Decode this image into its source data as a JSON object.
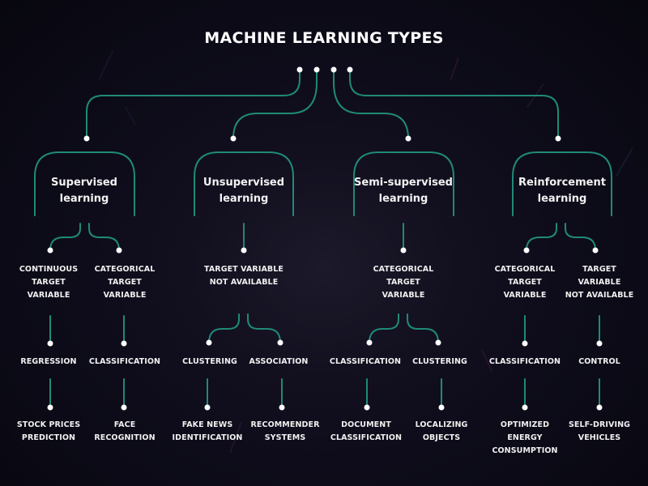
{
  "title": "MACHINE LEARNING TYPES",
  "colors": {
    "line": "#1f8a78",
    "dot": "#ffffff",
    "background": "#0b0a16",
    "text": "#ffffff"
  },
  "categories": [
    {
      "name_line1": "Supervised",
      "name_line2": "learning",
      "branches": [
        {
          "target": [
            "CONTINUOUS",
            "TARGET",
            "VARIABLE"
          ],
          "task": "REGRESSION",
          "examples": [
            "STOCK PRICES",
            "PREDICTION"
          ]
        },
        {
          "target": [
            "CATEGORICAL",
            "TARGET",
            "VARIABLE"
          ],
          "task": "CLASSIFICATION",
          "examples": [
            "FACE",
            "RECOGNITION"
          ]
        }
      ]
    },
    {
      "name_line1": "Unsupervised",
      "name_line2": "learning",
      "target": [
        "TARGET VARIABLE",
        "NOT AVAILABLE"
      ],
      "branches": [
        {
          "task": "CLUSTERING",
          "examples": [
            "FAKE NEWS",
            "IDENTIFICATION"
          ]
        },
        {
          "task": "ASSOCIATION",
          "examples": [
            "RECOMMENDER",
            "SYSTEMS"
          ]
        }
      ]
    },
    {
      "name_line1": "Semi-supervised",
      "name_line2": "learning",
      "target": [
        "CATEGORICAL",
        "TARGET",
        "VARIABLE"
      ],
      "branches": [
        {
          "task": "CLASSIFICATION",
          "examples": [
            "DOCUMENT",
            "CLASSIFICATION"
          ]
        },
        {
          "task": "CLUSTERING",
          "examples": [
            "LOCALIZING",
            "OBJECTS"
          ]
        }
      ]
    },
    {
      "name_line1": "Reinforcement",
      "name_line2": "learning",
      "branches": [
        {
          "target": [
            "CATEGORICAL",
            "TARGET",
            "VARIABLE"
          ],
          "task": "CLASSIFICATION",
          "examples": [
            "OPTIMIZED",
            "ENERGY",
            "CONSUMPTION"
          ]
        },
        {
          "target": [
            "TARGET",
            "VARIABLE",
            "NOT AVAILABLE"
          ],
          "task": "CONTROL",
          "examples": [
            "SELF-DRIVING",
            "VEHICLES"
          ]
        }
      ]
    }
  ]
}
